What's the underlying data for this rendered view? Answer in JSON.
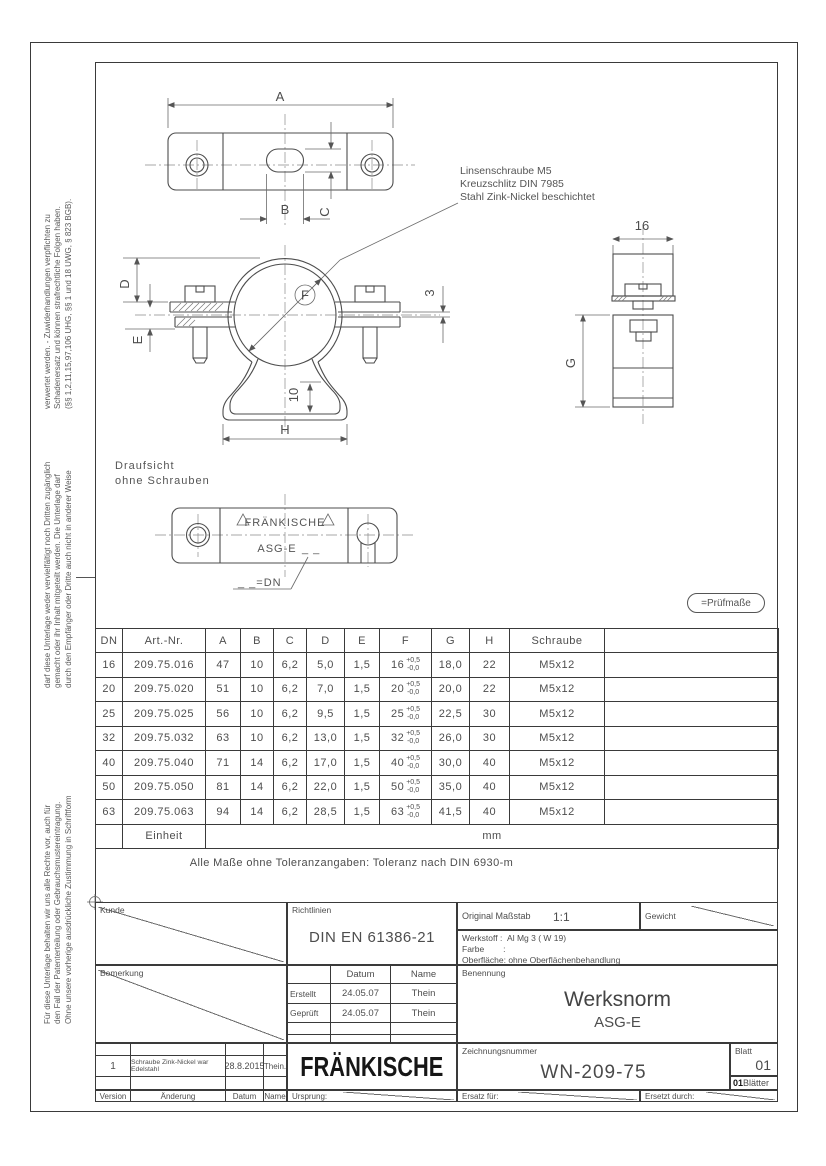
{
  "page": {
    "legal_text": {
      "part1": "Für diese Unterlage behalten wir uns alle Rechte vor, auch für\nden Fall der Patenterteilung oder Gebrauchsmustereintragung.\nOhne unsere vorherige ausdrückliche Zustimmung in Schriftform",
      "part2": "darf diese Unterlage weder vervielfältigt noch Dritten zugänglich\ngemacht oder ihr Inhalt mitgeteilt werden. Die Unterlage darf\ndurch den Empfänger oder Dritte auch nicht in anderer Weise",
      "part3": "verwertet werden. - Zuwiderhandlungen verpflichten zu\nSchadenersatz und können strafrechtliche Folgen haben.\n(§§ 1,2,11,15,97,106 UHG, §§ 1 und 18 UWG, § 823 BGB)."
    }
  },
  "drawing": {
    "dims": {
      "a": "A",
      "b": "B",
      "c": "C",
      "d": "D",
      "e": "E",
      "f": "F",
      "g": "G",
      "h": "H",
      "w16": "16",
      "t3": "3",
      "t10": "10"
    },
    "screw_note_line1": "Linsenschraube M5",
    "screw_note_line2": "Kreuzschlitz DIN 7985",
    "screw_note_line3": "Stahl Zink-Nickel beschichtet",
    "plan_view_label_line1": "Draufsicht",
    "plan_view_label_line2": "ohne Schrauben",
    "plate_brand": "FRÄNKISCHE",
    "plate_model": "ASG-E",
    "plate_blank": "_ _",
    "dn_note": "_ _=DN",
    "pruefmasse_badge": "=Prüfmaße"
  },
  "table": {
    "headers": [
      "DN",
      "Art.-Nr.",
      "A",
      "B",
      "C",
      "D",
      "E",
      "F",
      "G",
      "H",
      "Schraube"
    ],
    "rows": [
      {
        "dn": "16",
        "art": "209.75.016",
        "a": "47",
        "b": "10",
        "c": "6,2",
        "d": "5,0",
        "e": "1,5",
        "f": "16",
        "f_plus": "+0,5",
        "f_minus": "-0,0",
        "g": "18,0",
        "h": "22",
        "schraube": "M5x12"
      },
      {
        "dn": "20",
        "art": "209.75.020",
        "a": "51",
        "b": "10",
        "c": "6,2",
        "d": "7,0",
        "e": "1,5",
        "f": "20",
        "f_plus": "+0,5",
        "f_minus": "-0,0",
        "g": "20,0",
        "h": "22",
        "schraube": "M5x12"
      },
      {
        "dn": "25",
        "art": "209.75.025",
        "a": "56",
        "b": "10",
        "c": "6,2",
        "d": "9,5",
        "e": "1,5",
        "f": "25",
        "f_plus": "+0,5",
        "f_minus": "-0,0",
        "g": "22,5",
        "h": "30",
        "schraube": "M5x12"
      },
      {
        "dn": "32",
        "art": "209.75.032",
        "a": "63",
        "b": "10",
        "c": "6,2",
        "d": "13,0",
        "e": "1,5",
        "f": "32",
        "f_plus": "+0,5",
        "f_minus": "-0,0",
        "g": "26,0",
        "h": "30",
        "schraube": "M5x12"
      },
      {
        "dn": "40",
        "art": "209.75.040",
        "a": "71",
        "b": "14",
        "c": "6,2",
        "d": "17,0",
        "e": "1,5",
        "f": "40",
        "f_plus": "+0,5",
        "f_minus": "-0,0",
        "g": "30,0",
        "h": "40",
        "schraube": "M5x12"
      },
      {
        "dn": "50",
        "art": "209.75.050",
        "a": "81",
        "b": "14",
        "c": "6,2",
        "d": "22,0",
        "e": "1,5",
        "f": "50",
        "f_plus": "+0,5",
        "f_minus": "-0,0",
        "g": "35,0",
        "h": "40",
        "schraube": "M5x12"
      },
      {
        "dn": "63",
        "art": "209.75.063",
        "a": "94",
        "b": "14",
        "c": "6,2",
        "d": "28,5",
        "e": "1,5",
        "f": "63",
        "f_plus": "+0,5",
        "f_minus": "-0,0",
        "g": "41,5",
        "h": "40",
        "schraube": "M5x12"
      }
    ],
    "einheit_label": "Einheit",
    "einheit_value": "mm",
    "tolerance_note": "Alle Maße ohne Toleranzangaben: Toleranz nach DIN 6930-m"
  },
  "title_block": {
    "kunde_label": "Kunde",
    "richtlinien_label": "Richtlinien",
    "richtlinien_value": "DIN EN 61386-21",
    "original_massstab_label": "Original Maßstab",
    "original_massstab_value": "1:1",
    "gewicht_label": "Gewicht",
    "werkstoff_label": "Werkstoff :",
    "werkstoff_value": "Al Mg 3 ( W 19)",
    "farbe_label": "Farbe",
    "farbe_colon": ":",
    "oberflaeche_label": "Oberfläche:",
    "oberflaeche_value": "ohne Oberflächenbehandlung",
    "bemerkung_label": "Bemerkung",
    "datum_header": "Datum",
    "name_header": "Name",
    "erstellt_label": "Erstellt",
    "erstellt_datum": "24.05.07",
    "erstellt_name": "Thein",
    "geprueft_label": "Geprüft",
    "geprueft_datum": "24.05.07",
    "geprueft_name": "Thein",
    "benennung_label": "Benennung",
    "benennung_value1": "Werksnorm",
    "benennung_value2": "ASG-E",
    "logo": "FRÄNKISCHE",
    "zeichnungsnummer_label": "Zeichnungsnummer",
    "zeichnungsnummer_value": "WN-209-75",
    "blatt_label": "Blatt",
    "blatt_value": "01",
    "blaetter_count": "01",
    "blaetter_label": "Blätter",
    "revision": {
      "version": "1",
      "aenderung": "Schraube Zink-Nickel war Edelstahl",
      "datum": "28.8.2015",
      "name": "Thein."
    },
    "version_header": "Version",
    "aenderung_header": "Änderung",
    "datum_header2": "Datum",
    "name_header2": "Name",
    "ursprung_label": "Ursprung:",
    "ersatz_fuer_label": "Ersatz für:",
    "ersetzt_durch_label": "Ersetzt durch:"
  }
}
